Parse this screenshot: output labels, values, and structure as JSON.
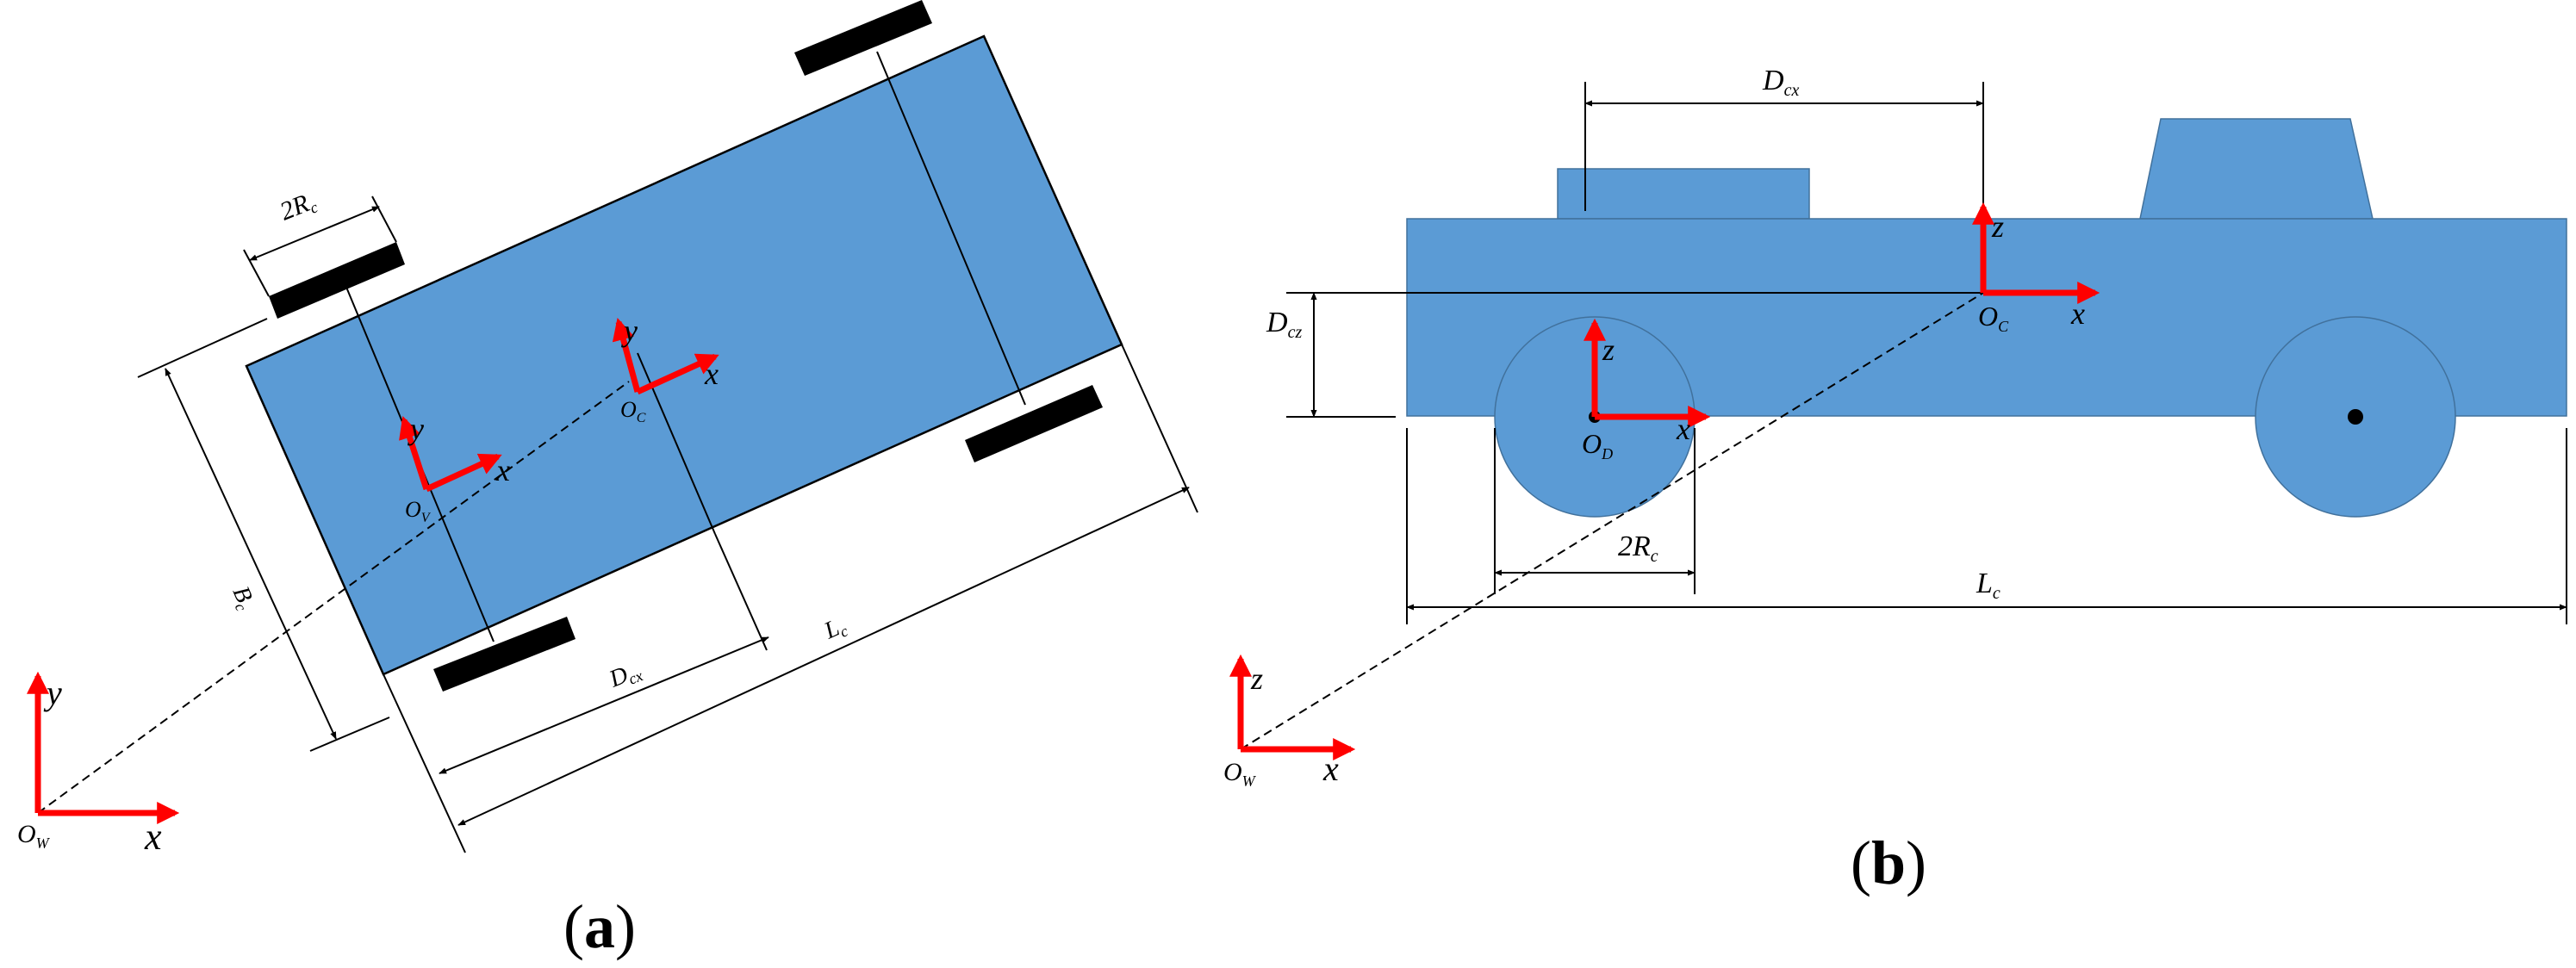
{
  "panel_a": {
    "caption": {
      "open": "(",
      "letter": "a",
      "close": ")"
    },
    "frames": {
      "world": {
        "origin": "O",
        "origin_sub": "W",
        "x": "x",
        "y": "y"
      },
      "vehicle": {
        "origin": "O",
        "origin_sub": "V",
        "x": "x",
        "y": "y"
      },
      "center": {
        "origin": "O",
        "origin_sub": "C",
        "x": "x",
        "y": "y"
      }
    },
    "dims": {
      "wheel": {
        "main": "2R",
        "sub": "c"
      },
      "width": {
        "main": "B",
        "sub": "c"
      },
      "offset": {
        "main": "D",
        "sub": "cx"
      },
      "length": {
        "main": "L",
        "sub": "c"
      }
    }
  },
  "panel_b": {
    "caption": {
      "open": "(",
      "letter": "b",
      "close": ")"
    },
    "frames": {
      "world": {
        "origin": "O",
        "origin_sub": "W",
        "x": "x",
        "z": "z"
      },
      "center": {
        "origin": "O",
        "origin_sub": "C",
        "x": "x",
        "z": "z"
      },
      "wheel": {
        "origin": "O",
        "origin_sub": "D",
        "x": "x",
        "z": "z"
      }
    },
    "dims": {
      "offset_x": {
        "main": "D",
        "sub": "cx"
      },
      "offset_z": {
        "main": "D",
        "sub": "cz"
      },
      "wheel": {
        "main": "2R",
        "sub": "c"
      },
      "length": {
        "main": "L",
        "sub": "c"
      }
    }
  },
  "colors": {
    "body": "#5b9bd5",
    "axes": "#ff0000",
    "wheel": "#000000"
  }
}
